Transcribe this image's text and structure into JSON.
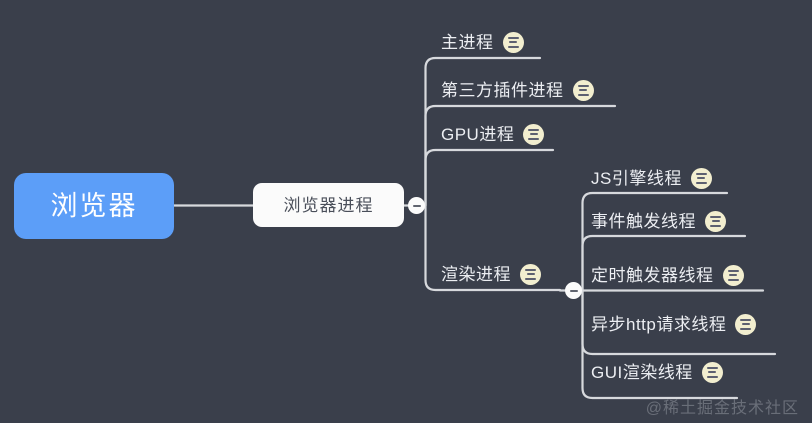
{
  "background_color": "#3a3f4b",
  "accent_color": "#5c9ef8",
  "line_color": "#d7d9dd",
  "icon_color": "#f2eecf",
  "root": {
    "label": "浏览器"
  },
  "level2": {
    "label": "浏览器进程",
    "toggle_state": "-"
  },
  "branch1": {
    "items": [
      {
        "label": "主进程",
        "icon": "note-icon"
      },
      {
        "label": "第三方插件进程",
        "icon": "note-icon"
      },
      {
        "label": "GPU进程",
        "icon": "note-icon"
      },
      {
        "label": "渲染进程",
        "icon": "note-icon"
      }
    ],
    "toggle_state": "-"
  },
  "branch2": {
    "items": [
      {
        "label": "JS引擎线程",
        "icon": "note-icon"
      },
      {
        "label": "事件触发线程",
        "icon": "note-icon"
      },
      {
        "label": "定时触发器线程",
        "icon": "note-icon"
      },
      {
        "label": "异步http请求线程",
        "icon": "note-icon"
      },
      {
        "label": "GUI渲染线程",
        "icon": "note-icon"
      }
    ],
    "toggle_state": "-"
  },
  "watermark": {
    "text": "@稀土掘金技术社区"
  }
}
